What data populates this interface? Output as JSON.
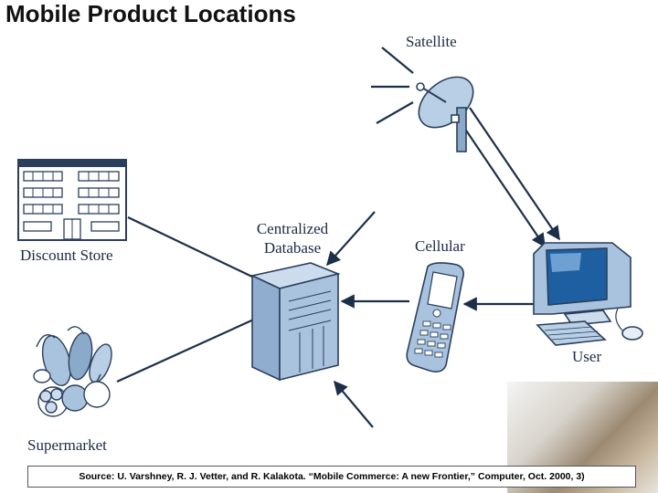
{
  "title": "Mobile Product Locations",
  "nodes": {
    "satellite": "Satellite",
    "discount_store": "Discount Store",
    "centralized_database": [
      "Centralized",
      "Database"
    ],
    "cellular": "Cellular",
    "user": "User",
    "supermarket": "Supermarket"
  },
  "source": "Source: U. Varshney, R. J. Vetter, and R. Kalakota. “Mobile Commerce: A new Frontier,” Computer, Oct. 2000, 3)",
  "colors": {
    "line": "#1c2f4a",
    "device_fill": "#a9c3df",
    "device_stroke": "#2a3f5c",
    "screen": "#1d5fa0"
  }
}
